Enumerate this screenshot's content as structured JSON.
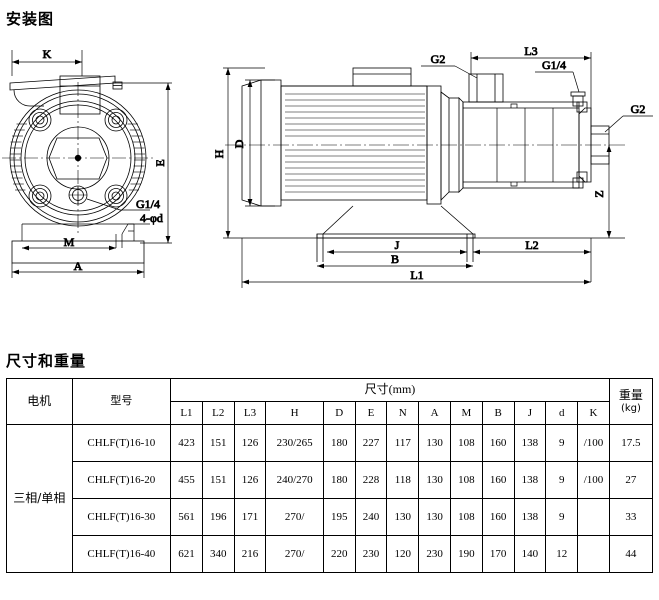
{
  "titles": {
    "installation_drawing": "安装图",
    "dimensions_and_weight": "尺寸和重量"
  },
  "left_drawing": {
    "name": "pump-front-view",
    "labels": {
      "k": "K",
      "e": "E",
      "g_quarter": "G1/4",
      "four_phi_d": "4-φd",
      "m": "M",
      "a": "A"
    }
  },
  "right_drawing": {
    "name": "pump-side-view",
    "labels": {
      "g2_top": "G2",
      "l3": "L3",
      "g_quarter": "G1/4",
      "g2_right": "G2",
      "h": "H",
      "d": "D",
      "z": "Z",
      "j": "J",
      "b": "B",
      "l2": "L2",
      "l1": "L1"
    }
  },
  "table": {
    "headers": {
      "motor": "电机",
      "model": "型号",
      "dimension_group": "尺寸(mm)",
      "weight": "重量",
      "weight_unit": "(kg)",
      "dims": [
        "L1",
        "L2",
        "L3",
        "H",
        "D",
        "E",
        "N",
        "A",
        "M",
        "B",
        "J",
        "d",
        "K"
      ]
    },
    "motor_label": "三相/单相",
    "rows": [
      {
        "model": "CHLF(T)16-10",
        "values": [
          "423",
          "151",
          "126",
          "230/265",
          "180",
          "227",
          "117",
          "130",
          "108",
          "160",
          "138",
          "9",
          "/100"
        ],
        "weight": "17.5"
      },
      {
        "model": "CHLF(T)16-20",
        "values": [
          "455",
          "151",
          "126",
          "240/270",
          "180",
          "228",
          "118",
          "130",
          "108",
          "160",
          "138",
          "9",
          "/100"
        ],
        "weight": "27"
      },
      {
        "model": "CHLF(T)16-30",
        "values": [
          "561",
          "196",
          "171",
          "270/",
          "195",
          "240",
          "130",
          "130",
          "108",
          "160",
          "138",
          "9",
          ""
        ],
        "weight": "33"
      },
      {
        "model": "CHLF(T)16-40",
        "values": [
          "621",
          "340",
          "216",
          "270/",
          "220",
          "230",
          "120",
          "230",
          "190",
          "170",
          "140",
          "12",
          ""
        ],
        "weight": "44"
      }
    ]
  }
}
